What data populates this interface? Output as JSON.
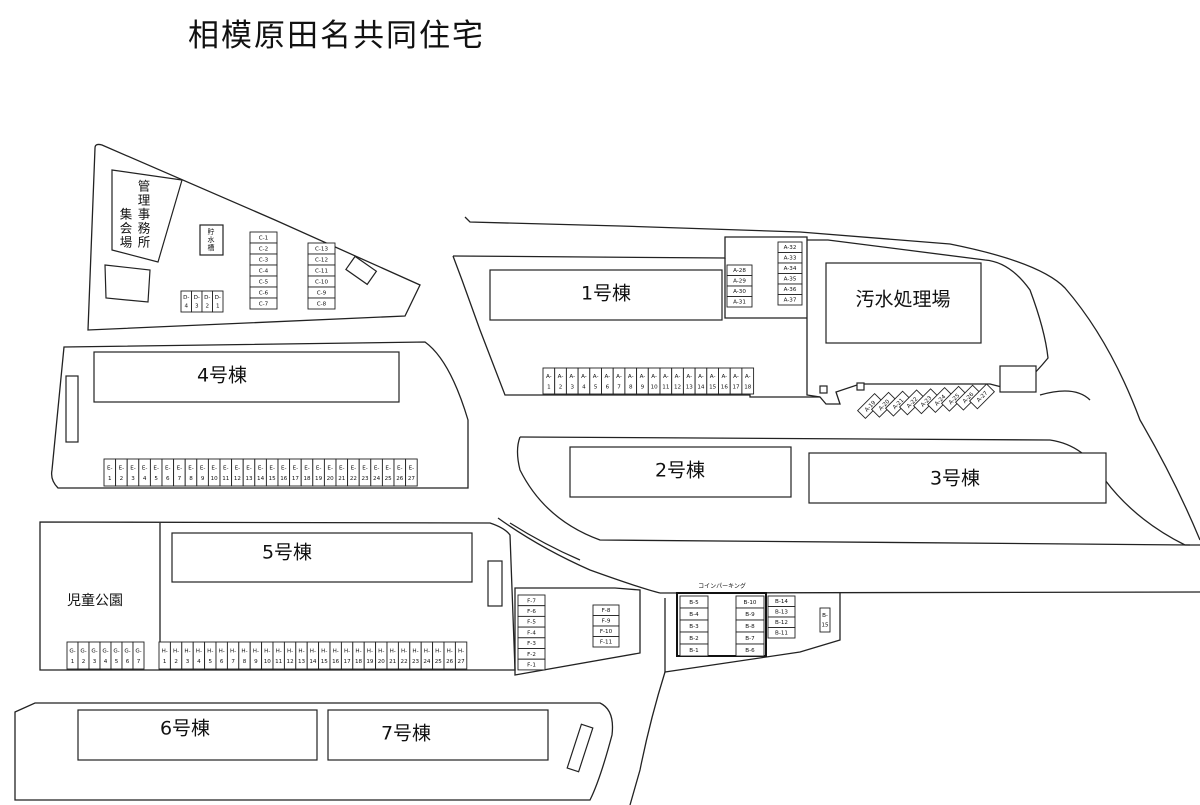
{
  "title": "相模原田名共同住宅",
  "buildings": {
    "b1": "1号棟",
    "b2": "2号棟",
    "b3": "3号棟",
    "b4": "4号棟",
    "b5": "5号棟",
    "b6": "6号棟",
    "b7": "7号棟",
    "sewage": "汚水処理場"
  },
  "facilities": {
    "office": [
      "管",
      "理",
      "事",
      "務",
      "所"
    ],
    "meeting": [
      "集",
      "会",
      "場"
    ],
    "water_tank": [
      "貯",
      "水",
      "槽"
    ],
    "park": "児童公園",
    "coin_parking": "コインパーキング"
  },
  "parking": {
    "A_row": [
      "A-1",
      "A-2",
      "A-3",
      "A-4",
      "A-5",
      "A-6",
      "A-7",
      "A-8",
      "A-9",
      "A-10",
      "A-11",
      "A-12",
      "A-13",
      "A-14",
      "A-15",
      "A-16",
      "A-17",
      "A-18"
    ],
    "A_mid": [
      "A-28",
      "A-29",
      "A-30",
      "A-31"
    ],
    "A_right": [
      "A-32",
      "A-33",
      "A-34",
      "A-35",
      "A-36",
      "A-37"
    ],
    "A_diag": [
      "A-19",
      "A-20",
      "A-21",
      "A-22",
      "A-23",
      "A-24",
      "A-25",
      "A-26",
      "A-27"
    ],
    "C_left": [
      "C-1",
      "C-2",
      "C-3",
      "C-4",
      "C-5",
      "C-6",
      "C-7"
    ],
    "C_right": [
      "C-13",
      "C-12",
      "C-11",
      "C-10",
      "C-9",
      "C-8"
    ],
    "D": [
      "D-4",
      "D-3",
      "D-2",
      "D-1"
    ],
    "E": [
      "E-1",
      "E-2",
      "E-3",
      "E-4",
      "E-5",
      "E-6",
      "E-7",
      "E-8",
      "E-9",
      "E-10",
      "E-11",
      "E-12",
      "E-13",
      "E-14",
      "E-15",
      "E-16",
      "E-17",
      "E-18",
      "E-19",
      "E-20",
      "E-21",
      "E-22",
      "E-23",
      "E-24",
      "E-25",
      "E-26",
      "E-27"
    ],
    "F_left": [
      "F-7",
      "F-6",
      "F-5",
      "F-4",
      "F-3",
      "F-2",
      "F-1"
    ],
    "F_right": [
      "F-8",
      "F-9",
      "F-10",
      "F-11"
    ],
    "G": [
      "G-1",
      "G-2",
      "G-3",
      "G-4",
      "G-5",
      "G-6",
      "G-7"
    ],
    "H": [
      "H-1",
      "H-2",
      "H-3",
      "H-4",
      "H-5",
      "H-6",
      "H-7",
      "H-8",
      "H-9",
      "H-10",
      "H-11",
      "H-12",
      "H-13",
      "H-14",
      "H-15",
      "H-16",
      "H-17",
      "H-18",
      "H-19",
      "H-20",
      "H-21",
      "H-22",
      "H-23",
      "H-24",
      "H-25",
      "H-26",
      "H-27"
    ],
    "B_left": [
      "B-5",
      "B-4",
      "B-3",
      "B-2",
      "B-1"
    ],
    "B_mid": [
      "B-10",
      "B-9",
      "B-8",
      "B-7",
      "B-6"
    ],
    "B_right": [
      "B-14",
      "B-13",
      "B-12",
      "B-11"
    ],
    "B_single": [
      "B-15"
    ]
  }
}
